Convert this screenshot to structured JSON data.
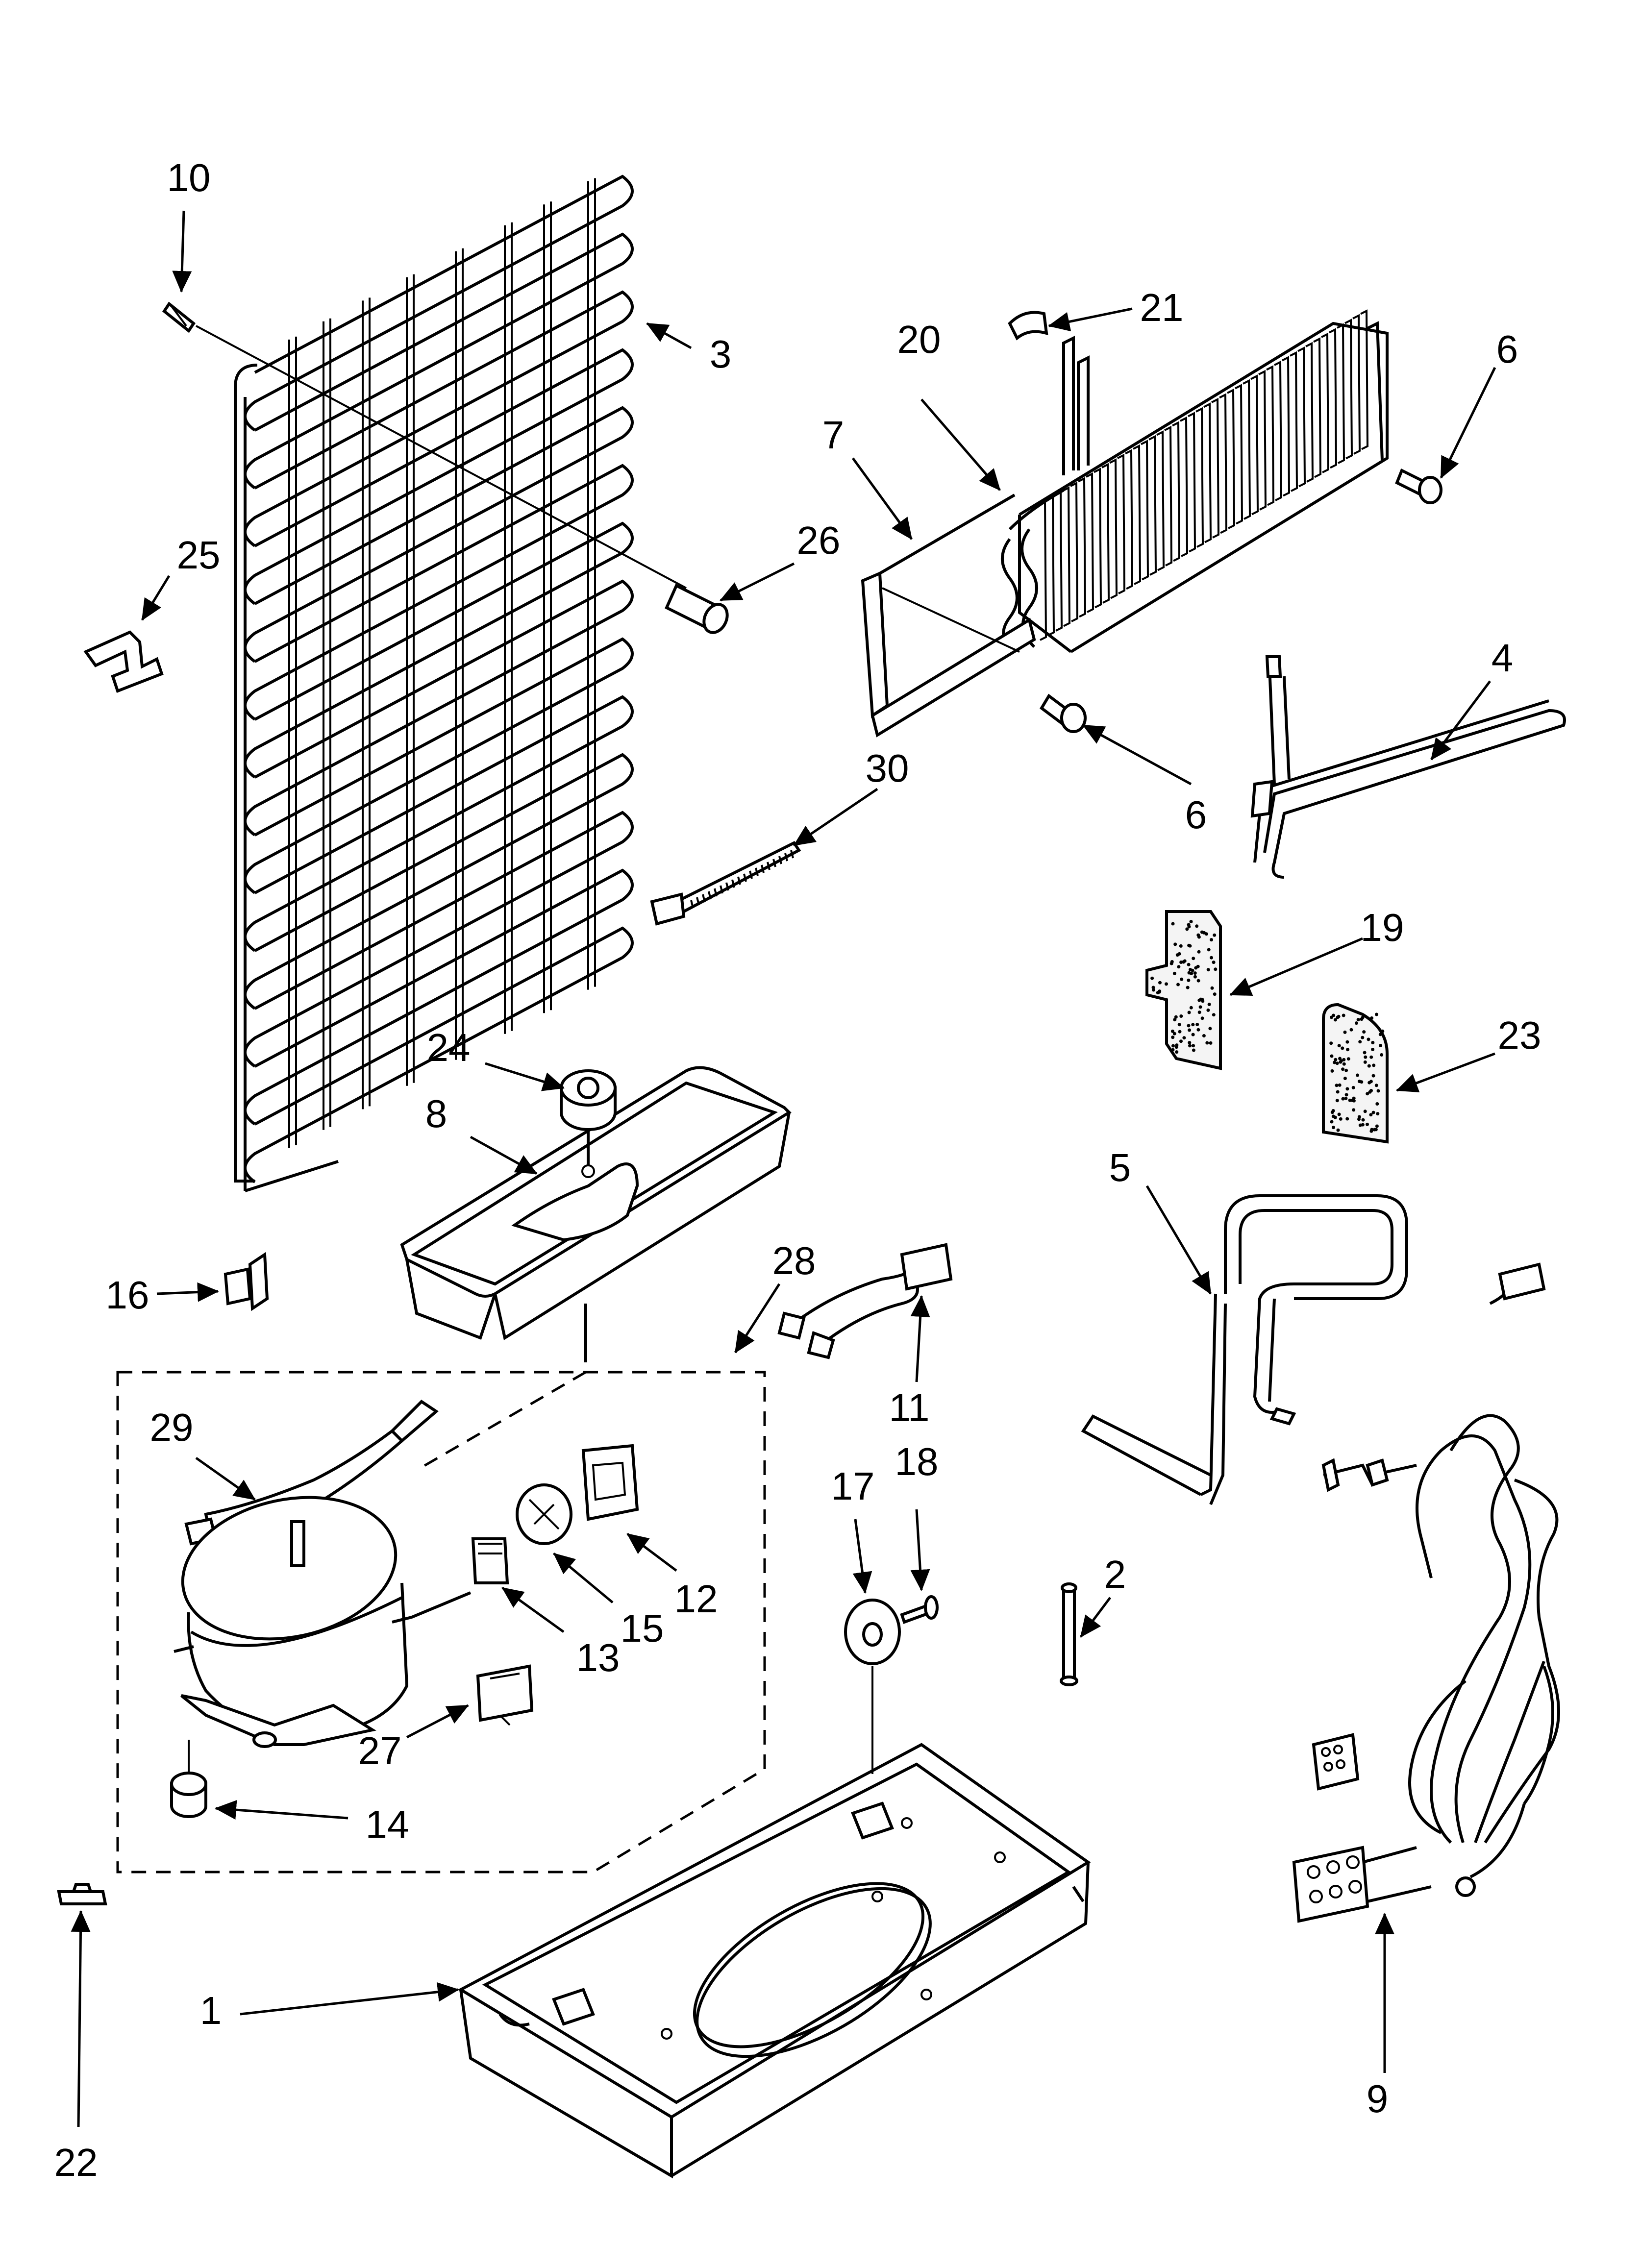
{
  "callouts": [
    {
      "id": "c1",
      "label": "1"
    },
    {
      "id": "c2",
      "label": "2"
    },
    {
      "id": "c3",
      "label": "3"
    },
    {
      "id": "c4",
      "label": "4"
    },
    {
      "id": "c5",
      "label": "5"
    },
    {
      "id": "c6a",
      "label": "6"
    },
    {
      "id": "c6b",
      "label": "6"
    },
    {
      "id": "c7",
      "label": "7"
    },
    {
      "id": "c8",
      "label": "8"
    },
    {
      "id": "c9",
      "label": "9"
    },
    {
      "id": "c10",
      "label": "10"
    },
    {
      "id": "c11",
      "label": "11"
    },
    {
      "id": "c12",
      "label": "12"
    },
    {
      "id": "c13",
      "label": "13"
    },
    {
      "id": "c14",
      "label": "14"
    },
    {
      "id": "c15",
      "label": "15"
    },
    {
      "id": "c16",
      "label": "16"
    },
    {
      "id": "c17",
      "label": "17"
    },
    {
      "id": "c18",
      "label": "18"
    },
    {
      "id": "c19",
      "label": "19"
    },
    {
      "id": "c20",
      "label": "20"
    },
    {
      "id": "c21",
      "label": "21"
    },
    {
      "id": "c22",
      "label": "22"
    },
    {
      "id": "c23",
      "label": "23"
    },
    {
      "id": "c24",
      "label": "24"
    },
    {
      "id": "c25",
      "label": "25"
    },
    {
      "id": "c26",
      "label": "26"
    },
    {
      "id": "c27",
      "label": "27"
    },
    {
      "id": "c28",
      "label": "28"
    },
    {
      "id": "c29",
      "label": "29"
    },
    {
      "id": "c30",
      "label": "30"
    }
  ]
}
